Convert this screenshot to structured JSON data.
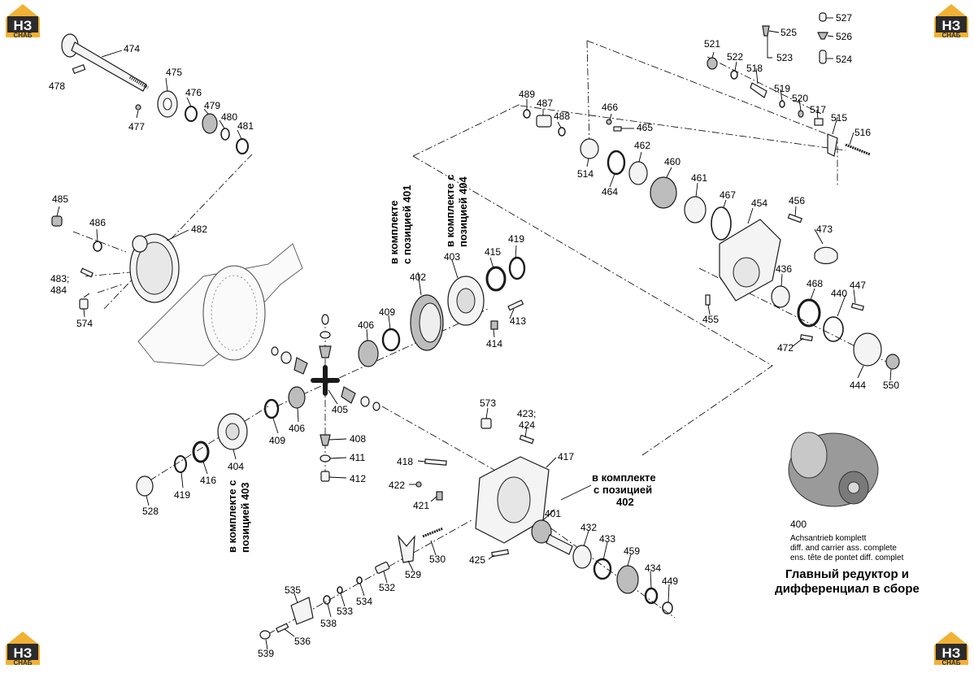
{
  "logo": {
    "text": "НЗ",
    "sub": "СНАБ",
    "color": "#f2b134",
    "dark": "#2b2b2b"
  },
  "labels": [
    {
      "id": "474",
      "text": "474"
    },
    {
      "id": "478",
      "text": "478"
    },
    {
      "id": "475",
      "text": "475"
    },
    {
      "id": "476",
      "text": "476"
    },
    {
      "id": "479",
      "text": "479"
    },
    {
      "id": "480",
      "text": "480"
    },
    {
      "id": "481",
      "text": "481"
    },
    {
      "id": "477",
      "text": "477"
    },
    {
      "id": "485",
      "text": "485"
    },
    {
      "id": "486",
      "text": "486"
    },
    {
      "id": "482",
      "text": "482"
    },
    {
      "id": "483",
      "text": "483;"
    },
    {
      "id": "484",
      "text": "484"
    },
    {
      "id": "574",
      "text": "574"
    },
    {
      "id": "489",
      "text": "489"
    },
    {
      "id": "487",
      "text": "487"
    },
    {
      "id": "488",
      "text": "488"
    },
    {
      "id": "466",
      "text": "466"
    },
    {
      "id": "465",
      "text": "465"
    },
    {
      "id": "514",
      "text": "514"
    },
    {
      "id": "464",
      "text": "464"
    },
    {
      "id": "462",
      "text": "462"
    },
    {
      "id": "460",
      "text": "460"
    },
    {
      "id": "461",
      "text": "461"
    },
    {
      "id": "467",
      "text": "467"
    },
    {
      "id": "454",
      "text": "454"
    },
    {
      "id": "456",
      "text": "456"
    },
    {
      "id": "473",
      "text": "473"
    },
    {
      "id": "436",
      "text": "436"
    },
    {
      "id": "468",
      "text": "468"
    },
    {
      "id": "440",
      "text": "440"
    },
    {
      "id": "447",
      "text": "447"
    },
    {
      "id": "455",
      "text": "455"
    },
    {
      "id": "472",
      "text": "472"
    },
    {
      "id": "444",
      "text": "444"
    },
    {
      "id": "550",
      "text": "550"
    },
    {
      "id": "521",
      "text": "521"
    },
    {
      "id": "522",
      "text": "522"
    },
    {
      "id": "525",
      "text": "525"
    },
    {
      "id": "523",
      "text": "523"
    },
    {
      "id": "518",
      "text": "518"
    },
    {
      "id": "519",
      "text": "519"
    },
    {
      "id": "520",
      "text": "520"
    },
    {
      "id": "517",
      "text": "517"
    },
    {
      "id": "515",
      "text": "515"
    },
    {
      "id": "516",
      "text": "516"
    },
    {
      "id": "527",
      "text": "527"
    },
    {
      "id": "526",
      "text": "526"
    },
    {
      "id": "524",
      "text": "524"
    },
    {
      "id": "402",
      "text": "402"
    },
    {
      "id": "403",
      "text": "403"
    },
    {
      "id": "415",
      "text": "415"
    },
    {
      "id": "419a",
      "text": "419"
    },
    {
      "id": "413",
      "text": "413"
    },
    {
      "id": "414",
      "text": "414"
    },
    {
      "id": "409a",
      "text": "409"
    },
    {
      "id": "406a",
      "text": "406"
    },
    {
      "id": "405",
      "text": "405"
    },
    {
      "id": "406b",
      "text": "406"
    },
    {
      "id": "409b",
      "text": "409"
    },
    {
      "id": "404",
      "text": "404"
    },
    {
      "id": "416",
      "text": "416"
    },
    {
      "id": "419b",
      "text": "419"
    },
    {
      "id": "528",
      "text": "528"
    },
    {
      "id": "408",
      "text": "408"
    },
    {
      "id": "411",
      "text": "411"
    },
    {
      "id": "412",
      "text": "412"
    },
    {
      "id": "573",
      "text": "573"
    },
    {
      "id": "423",
      "text": "423;"
    },
    {
      "id": "424",
      "text": "424"
    },
    {
      "id": "417",
      "text": "417"
    },
    {
      "id": "418",
      "text": "418"
    },
    {
      "id": "422",
      "text": "422"
    },
    {
      "id": "421",
      "text": "421"
    },
    {
      "id": "401",
      "text": "401"
    },
    {
      "id": "432",
      "text": "432"
    },
    {
      "id": "433",
      "text": "433"
    },
    {
      "id": "459",
      "text": "459"
    },
    {
      "id": "434",
      "text": "434"
    },
    {
      "id": "449",
      "text": "449"
    },
    {
      "id": "425",
      "text": "425"
    },
    {
      "id": "530",
      "text": "530"
    },
    {
      "id": "529",
      "text": "529"
    },
    {
      "id": "532",
      "text": "532"
    },
    {
      "id": "534",
      "text": "534"
    },
    {
      "id": "533",
      "text": "533"
    },
    {
      "id": "535",
      "text": "535"
    },
    {
      "id": "538",
      "text": "538"
    },
    {
      "id": "536",
      "text": "536"
    },
    {
      "id": "539",
      "text": "539"
    }
  ],
  "notes": {
    "kit401": [
      "в комплекте",
      "с позицией 401"
    ],
    "kit404": [
      "в комплекте с",
      "позицией 404"
    ],
    "kit402": [
      "в комплекте",
      "с позицией",
      "402"
    ],
    "kit403": [
      "в комплекте с",
      "позицией 403"
    ]
  },
  "assembly": {
    "number": "400",
    "de": "Achsantrieb komplett",
    "en": "diff. and carrier ass. complete",
    "fr": "ens. tête de pontet diff. complet",
    "ru_line1": "Главный редуктор и",
    "ru_line2": "дифференциал в сборе"
  }
}
